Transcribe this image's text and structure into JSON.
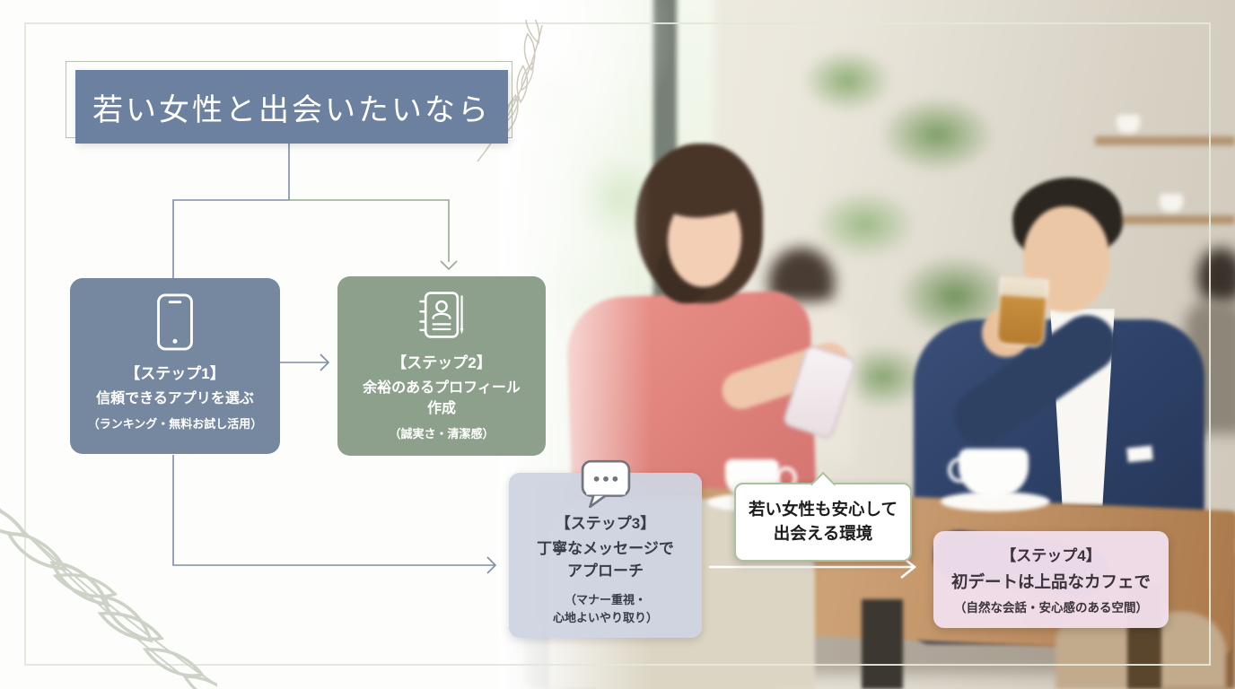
{
  "title": {
    "label": "若い女性と出会いたいなら"
  },
  "flow": {
    "step1": {
      "heading": "【ステップ1】",
      "body": "信頼できるアプリを選ぶ",
      "note": "（ランキング・無料お試し活用）",
      "icon": "smartphone-icon",
      "bg": "#7687a0"
    },
    "step2": {
      "heading": "【ステップ2】",
      "body": "余裕のあるプロフィール",
      "body2": "作成",
      "note": "（誠実さ・清潔感）",
      "icon": "profile-book-icon",
      "bg": "#8ca08b"
    },
    "step3": {
      "heading": "【ステップ3】",
      "body": "丁寧なメッセージで",
      "body2": "アプローチ",
      "note": "（マナー重視・",
      "note2": "心地よいやり取り）",
      "icon": "chat-bubble-icon",
      "bg": "#cfd4e1"
    },
    "step4": {
      "heading": "【ステップ4】",
      "body": "初デートは上品なカフェで",
      "note": "（自然な会話・安心感のある空間）",
      "bg": "#f1deea"
    }
  },
  "callout": {
    "line1": "若い女性も安心して",
    "line2": "出会える環境",
    "border_color": "#a9c0a1"
  },
  "colors": {
    "title_bg": "#6c80a0",
    "connector_blue": "#7d8ea6",
    "connector_green": "#96a991",
    "arrow_white": "#ffffff"
  }
}
